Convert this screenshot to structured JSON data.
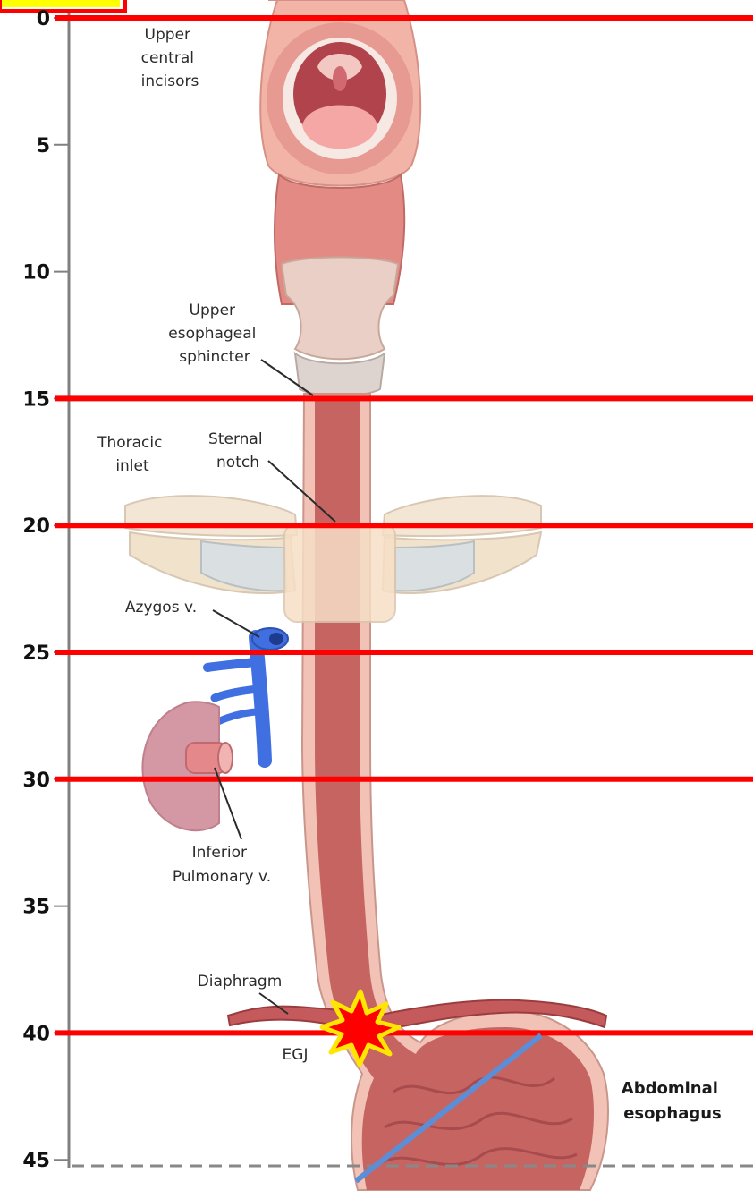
{
  "scale": {
    "ticks": [
      "0",
      "5",
      "10",
      "15",
      "20",
      "25",
      "30",
      "35",
      "40",
      "45"
    ]
  },
  "labels": {
    "upper_central_incisors": [
      "Upper",
      "central",
      "incisors"
    ],
    "upper_esophageal_sphincter": [
      "Upper",
      "esophageal",
      "sphincter"
    ],
    "thoracic_inlet": [
      "Thoracic",
      "inlet"
    ],
    "sternal_notch": [
      "Sternal",
      "notch"
    ],
    "azygos": "Azygos v.",
    "inferior_pulmonary": [
      "Inferior",
      "Pulmonary v."
    ],
    "diaphragm": "Diaphragm",
    "egj": "EGJ",
    "abdominal_esophagus": [
      "Abdominal",
      "esophagus"
    ]
  },
  "colors": {
    "marker_line": "#ff0000",
    "scale_axis": "#808080",
    "dashed_line": "#888888",
    "blue_line": "#5b8ed6",
    "star_fill": "#ff0000",
    "star_outline": "#ffe600",
    "esophagus": "#c8605e",
    "esophagus_light": "#f0b4ac",
    "azygos": "#3f6fe0"
  },
  "red_marker_levels": [
    "0",
    "15",
    "20",
    "25",
    "30",
    "40"
  ]
}
